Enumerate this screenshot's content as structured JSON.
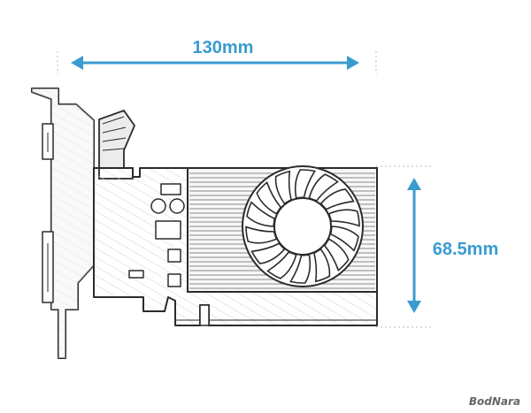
{
  "dimensions": {
    "width_label": "130mm",
    "height_label": "68.5mm"
  },
  "watermark": {
    "text": "BodNara"
  },
  "colors": {
    "dimension": "#3a9bd0",
    "outline": "#2b2b2b",
    "fill": "#f2f2f2",
    "hatch": "#cfcfcf",
    "watermark": "#666666"
  },
  "fan": {
    "blade_count": 14
  }
}
